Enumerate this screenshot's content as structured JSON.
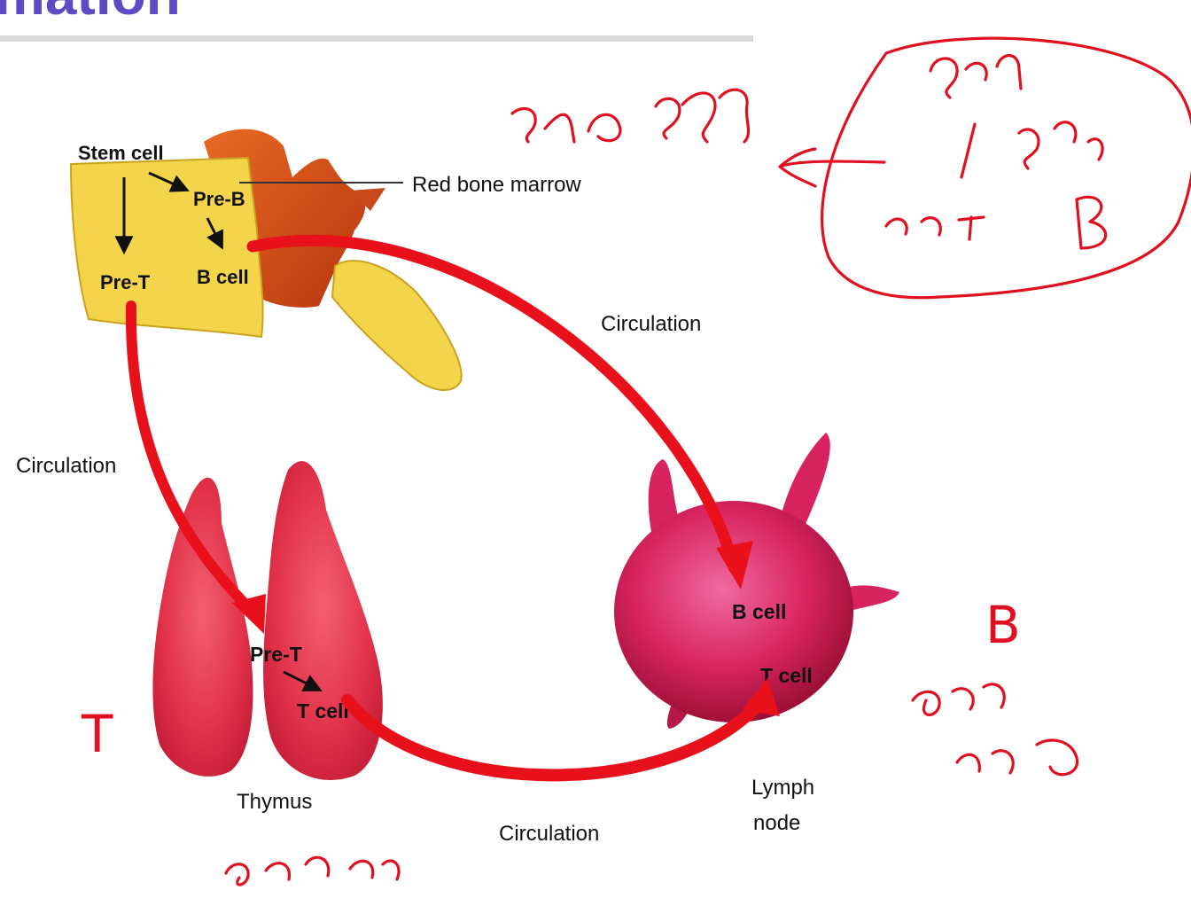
{
  "slide": {
    "title_fragment": "mation",
    "title_color": "#5b4cc4"
  },
  "diagram": {
    "labels": {
      "stem_cell": "Stem cell",
      "pre_b": "Pre-B",
      "pre_t_marrow": "Pre-T",
      "b_cell_marrow": "B cell",
      "red_bone_marrow": "Red bone marrow",
      "circulation_top": "Circulation",
      "circulation_left": "Circulation",
      "circulation_bottom": "Circulation",
      "pre_t_thymus": "Pre-T",
      "t_cell_thymus": "T cell",
      "thymus": "Thymus",
      "b_cell_node": "B cell",
      "t_cell_node": "T cell",
      "lymph_node_line1": "Lymph",
      "lymph_node_line2": "node"
    },
    "colors": {
      "arrow": "#e8111b",
      "marrow": "#f5d547",
      "bone": "#d85a1a",
      "thymus": "#e6304a",
      "node": "#d2245c",
      "annotation": "#e01020"
    }
  },
  "annotations": {
    "thymus_letter": "T",
    "node_letter": "B"
  }
}
